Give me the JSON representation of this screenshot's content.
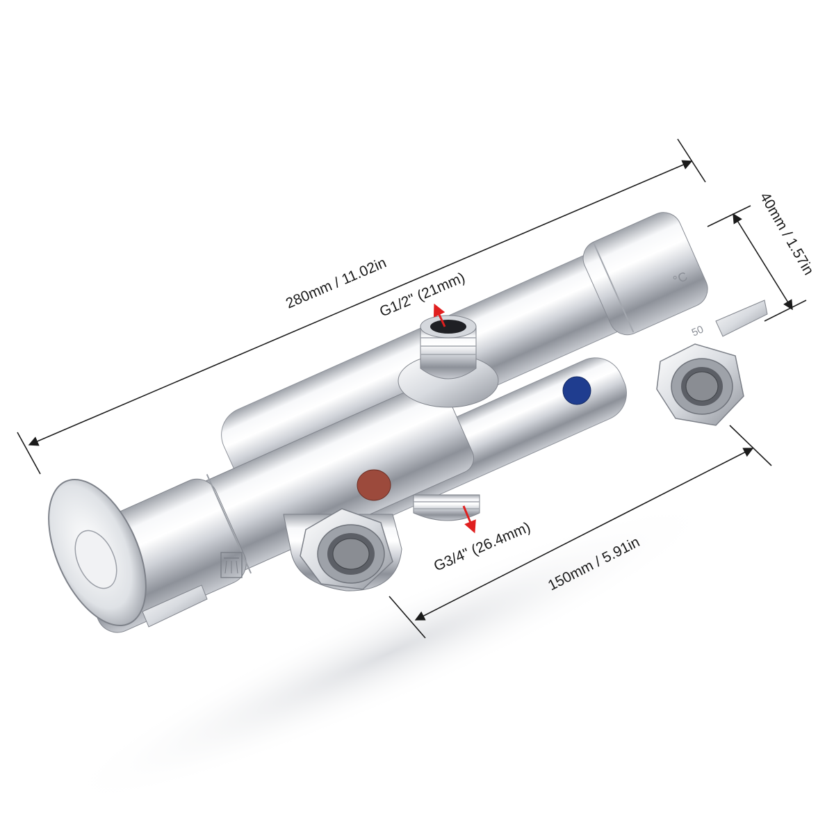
{
  "dimensions": {
    "length": "280mm / 11.02in",
    "depth": "40mm / 1.57in",
    "spacing": "150mm / 5.91in"
  },
  "connections": {
    "outlet_top": "G1/2\" (21mm)",
    "outlet_bottom": "G3/4\" (26.4mm)"
  },
  "scale": {
    "unit": "°C",
    "mark": "50"
  },
  "colors": {
    "hot_indicator": "#9c4a3c",
    "cold_indicator": "#1f3d8f",
    "arrow": "#e01f1f",
    "chrome_light": "#f4f5f7",
    "chrome_mid": "#c9ccd2",
    "chrome_dark": "#6e727a"
  }
}
